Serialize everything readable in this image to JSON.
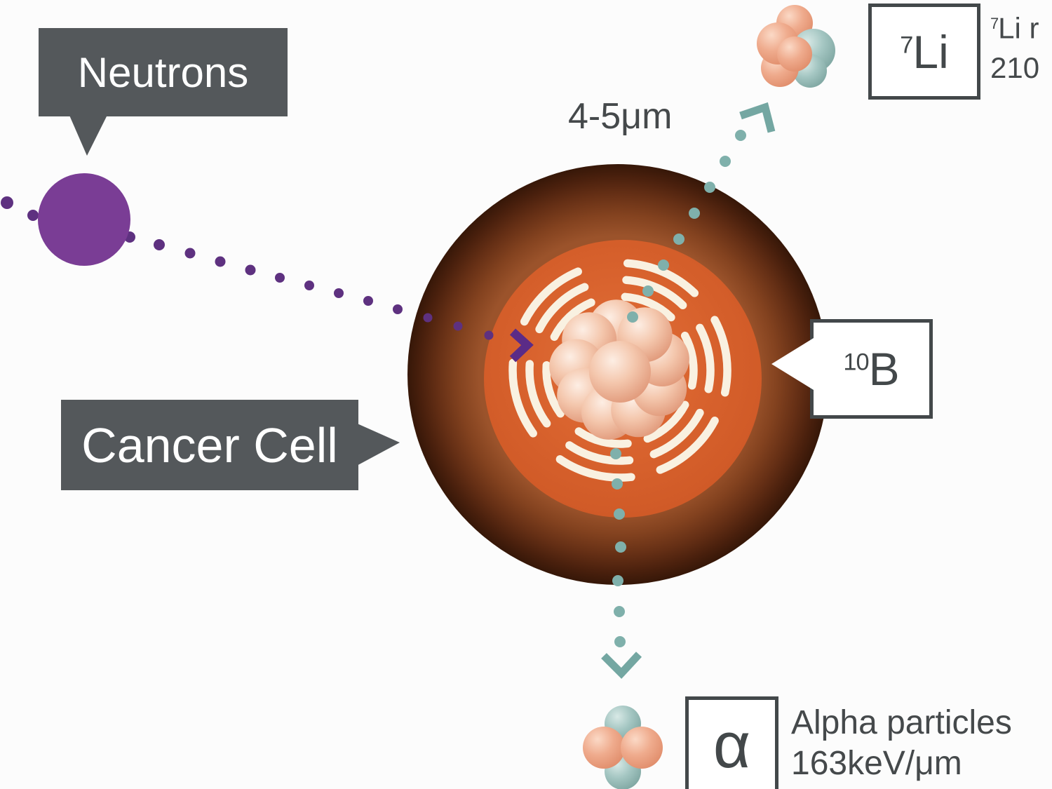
{
  "labels": {
    "neutrons": "Neutrons",
    "cancer_cell": "Cancer Cell",
    "scale": "4-5μm"
  },
  "element_boxes": {
    "li7": {
      "mass": "7",
      "symbol": "Li"
    },
    "b10": {
      "mass": "10",
      "symbol": "B"
    },
    "alpha": {
      "symbol": "α"
    }
  },
  "annotations": {
    "li7_recoil": {
      "mass": "7",
      "text": "Li r",
      "line2": "210"
    },
    "alpha_particles": {
      "line1": "Alpha particles",
      "line2": "163keV/μm"
    }
  },
  "colors": {
    "neutron_purple": "#7a3d95",
    "trail_purple": "#5e3180",
    "trail_teal": "#7fb0ab",
    "cell_outer_brown": "#361708",
    "cell_inner_orange": "#d7602b",
    "callout_gray": "#54585b",
    "box_border_gray": "#43484a",
    "text_gray": "#45494b",
    "arc_cream": "#f9f1e1",
    "sphere_salmon": "#eca88c",
    "sphere_teal": "#8fb8b4"
  }
}
